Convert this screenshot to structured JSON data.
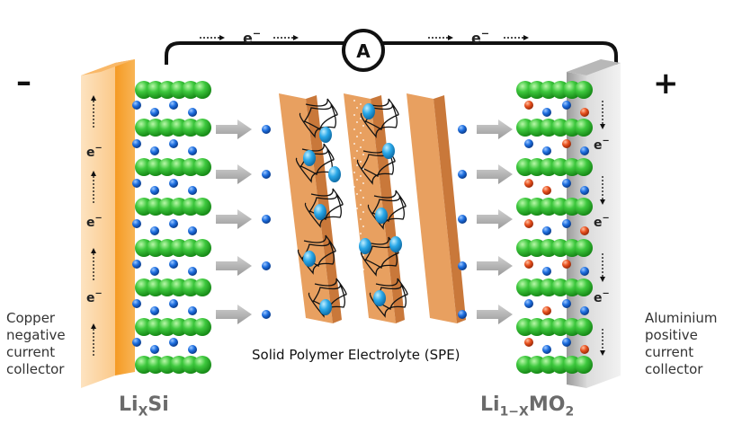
{
  "terminals": {
    "negative": "–",
    "positive": "+"
  },
  "ammeter": {
    "symbol": "A"
  },
  "electron": {
    "symbol": "e",
    "charge": "−"
  },
  "anode": {
    "collector_label": [
      "Copper",
      "negative",
      "current",
      "collector"
    ],
    "formula_main": "Li",
    "formula_sub": "X",
    "formula_tail": "Si"
  },
  "cathode": {
    "collector_label": [
      "Aluminium",
      "positive",
      "current",
      "collector"
    ],
    "formula_main": "Li",
    "formula_sub": "1−X",
    "formula_tail": "MO",
    "formula_sub2": "2"
  },
  "electrolyte": {
    "label": "Solid Polymer Electrolyte (SPE)"
  },
  "colors": {
    "copper": "#f7a53a",
    "copper_light": "#fde3c0",
    "aluminium": "#c8c8c8",
    "separator": "#e8a060",
    "lattice_green": "#3ec83e",
    "lithium_ion": "#1e6fe0",
    "ion_in_spe": "#2aa8e8",
    "metal_red": "#e8501e",
    "wire": "#111111",
    "arrow_gray": "#b4b4b4"
  }
}
